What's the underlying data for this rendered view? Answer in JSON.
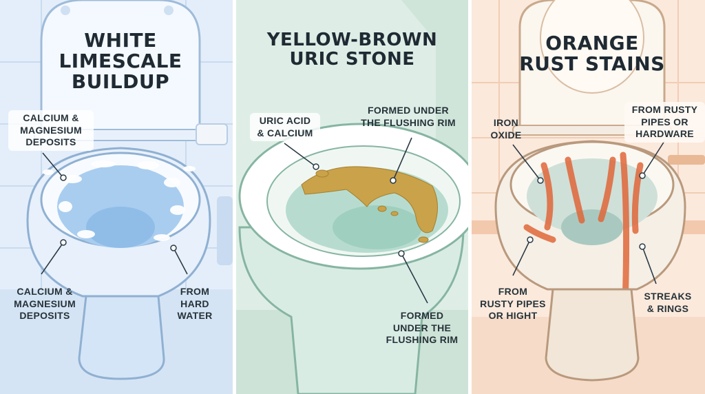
{
  "panels": [
    {
      "title_lines": [
        "WHITE",
        "LIMESCALE",
        "BUILDUP"
      ],
      "labels": {
        "top_left": [
          "CALCIUM &",
          "MAGNESIUM",
          "DEPOSITS"
        ],
        "bottom_left": [
          "CALCIUM &",
          "MAGNESIUM",
          "DEPOSITS"
        ],
        "bottom_right": [
          "FROM",
          "HARD",
          "WATER"
        ]
      }
    },
    {
      "title_lines": [
        "YELLOW-BROWN",
        "URIC STONE"
      ],
      "labels": {
        "top_left": [
          "URIC ACID",
          "& CALCIUM"
        ],
        "top_right": [
          "FORMED UNDER",
          "THE FLUSHING RIM"
        ],
        "bottom_right": [
          "FORMED",
          "UNDER THE",
          "FLUSHING RIM"
        ]
      }
    },
    {
      "title_lines": [
        "ORANGE",
        "RUST STAINS"
      ],
      "labels": {
        "top_left": [
          "IRON",
          "OXIDE"
        ],
        "top_right": [
          "FROM RUSTY",
          "PIPES OR",
          "HARDWARE"
        ],
        "bottom_left": [
          "FROM",
          "RUSTY PIPES",
          "OR HIGHT"
        ],
        "bottom_right": [
          "STREAKS",
          "& RINGS"
        ]
      }
    }
  ],
  "colors": {
    "limescale_panel_bg": "#e4eefa",
    "uric_panel_bg": "#deeee6",
    "rust_panel_bg": "#fbe9dc",
    "uric_stain": "#c9a24a",
    "rust_stain": "#e0673a",
    "title_text": "#1f2a33"
  }
}
